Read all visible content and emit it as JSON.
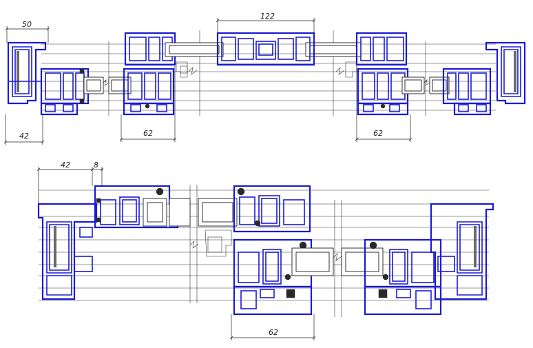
{
  "diagram": {
    "colors": {
      "profile": "#1a1ad6",
      "line": "#333333",
      "seal": "#2a2a2a",
      "background": "#ffffff"
    },
    "top_view": {
      "dimensions": {
        "d50": "50",
        "d42_left": "42",
        "d62_left": "62",
        "d122": "122",
        "d62_right": "62"
      }
    },
    "bottom_view": {
      "dimensions": {
        "d42": "42",
        "d8": "8",
        "d62": "62"
      }
    }
  }
}
